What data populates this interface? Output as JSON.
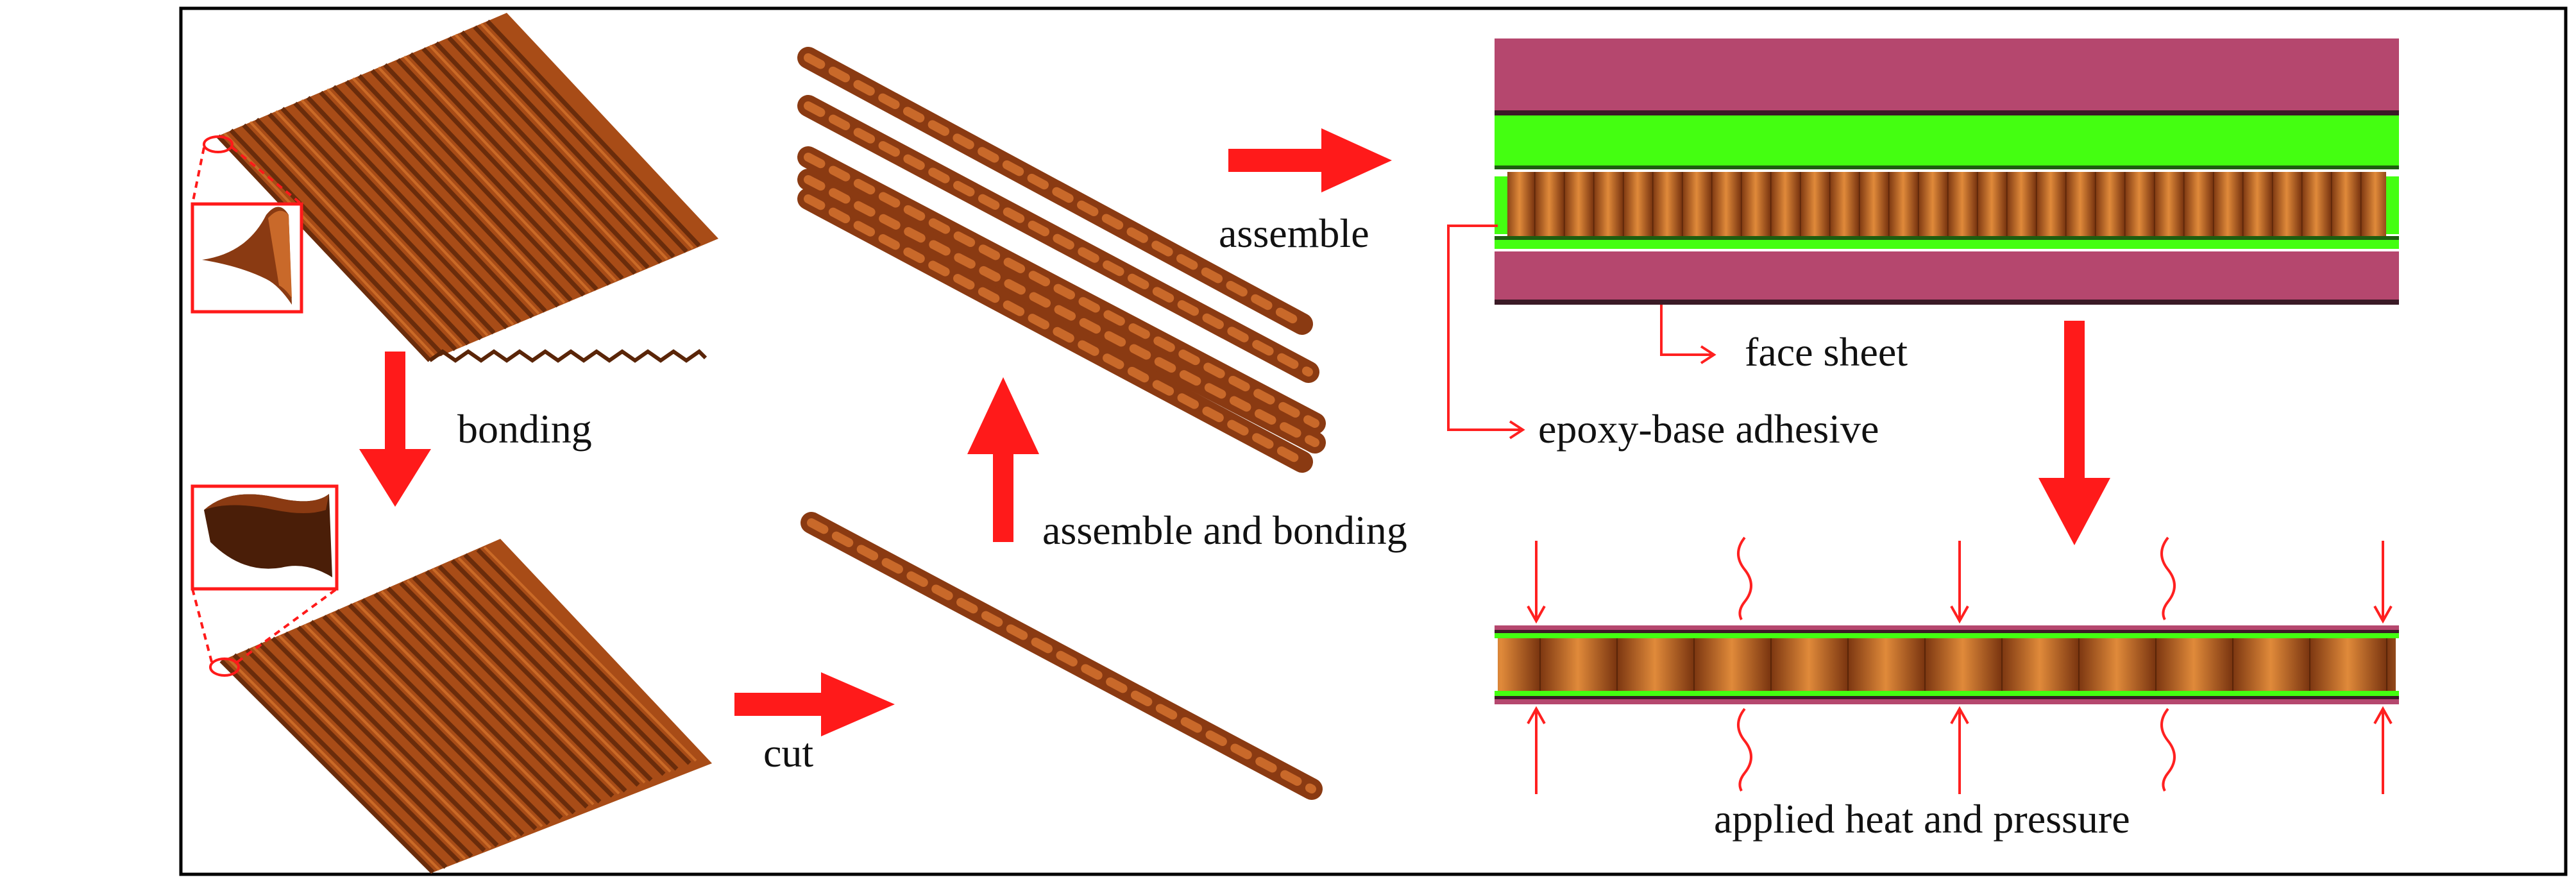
{
  "labels": {
    "bonding": "bonding",
    "cut": "cut",
    "assemble_and_bonding": "assemble and bonding",
    "assemble": "assemble",
    "face_sheet": "face sheet",
    "epoxy_base_adhesive": "epoxy-base adhesive",
    "applied_heat_and_pressure": "applied heat and pressure"
  },
  "colors": {
    "frame": "#000000",
    "arrow": "#ff1a1a",
    "copper": "#b5551a",
    "copper_dark": "#6e2e0c",
    "copper_light": "#d9772e",
    "face_sheet": "#b5476e",
    "adhesive": "#44ff11",
    "callout_line": "#ff2020"
  },
  "icons": {
    "stage_arrows": "process-arrow-icon",
    "heat": "wavy-heat-icon",
    "pressure": "pressure-arrow-icon"
  }
}
